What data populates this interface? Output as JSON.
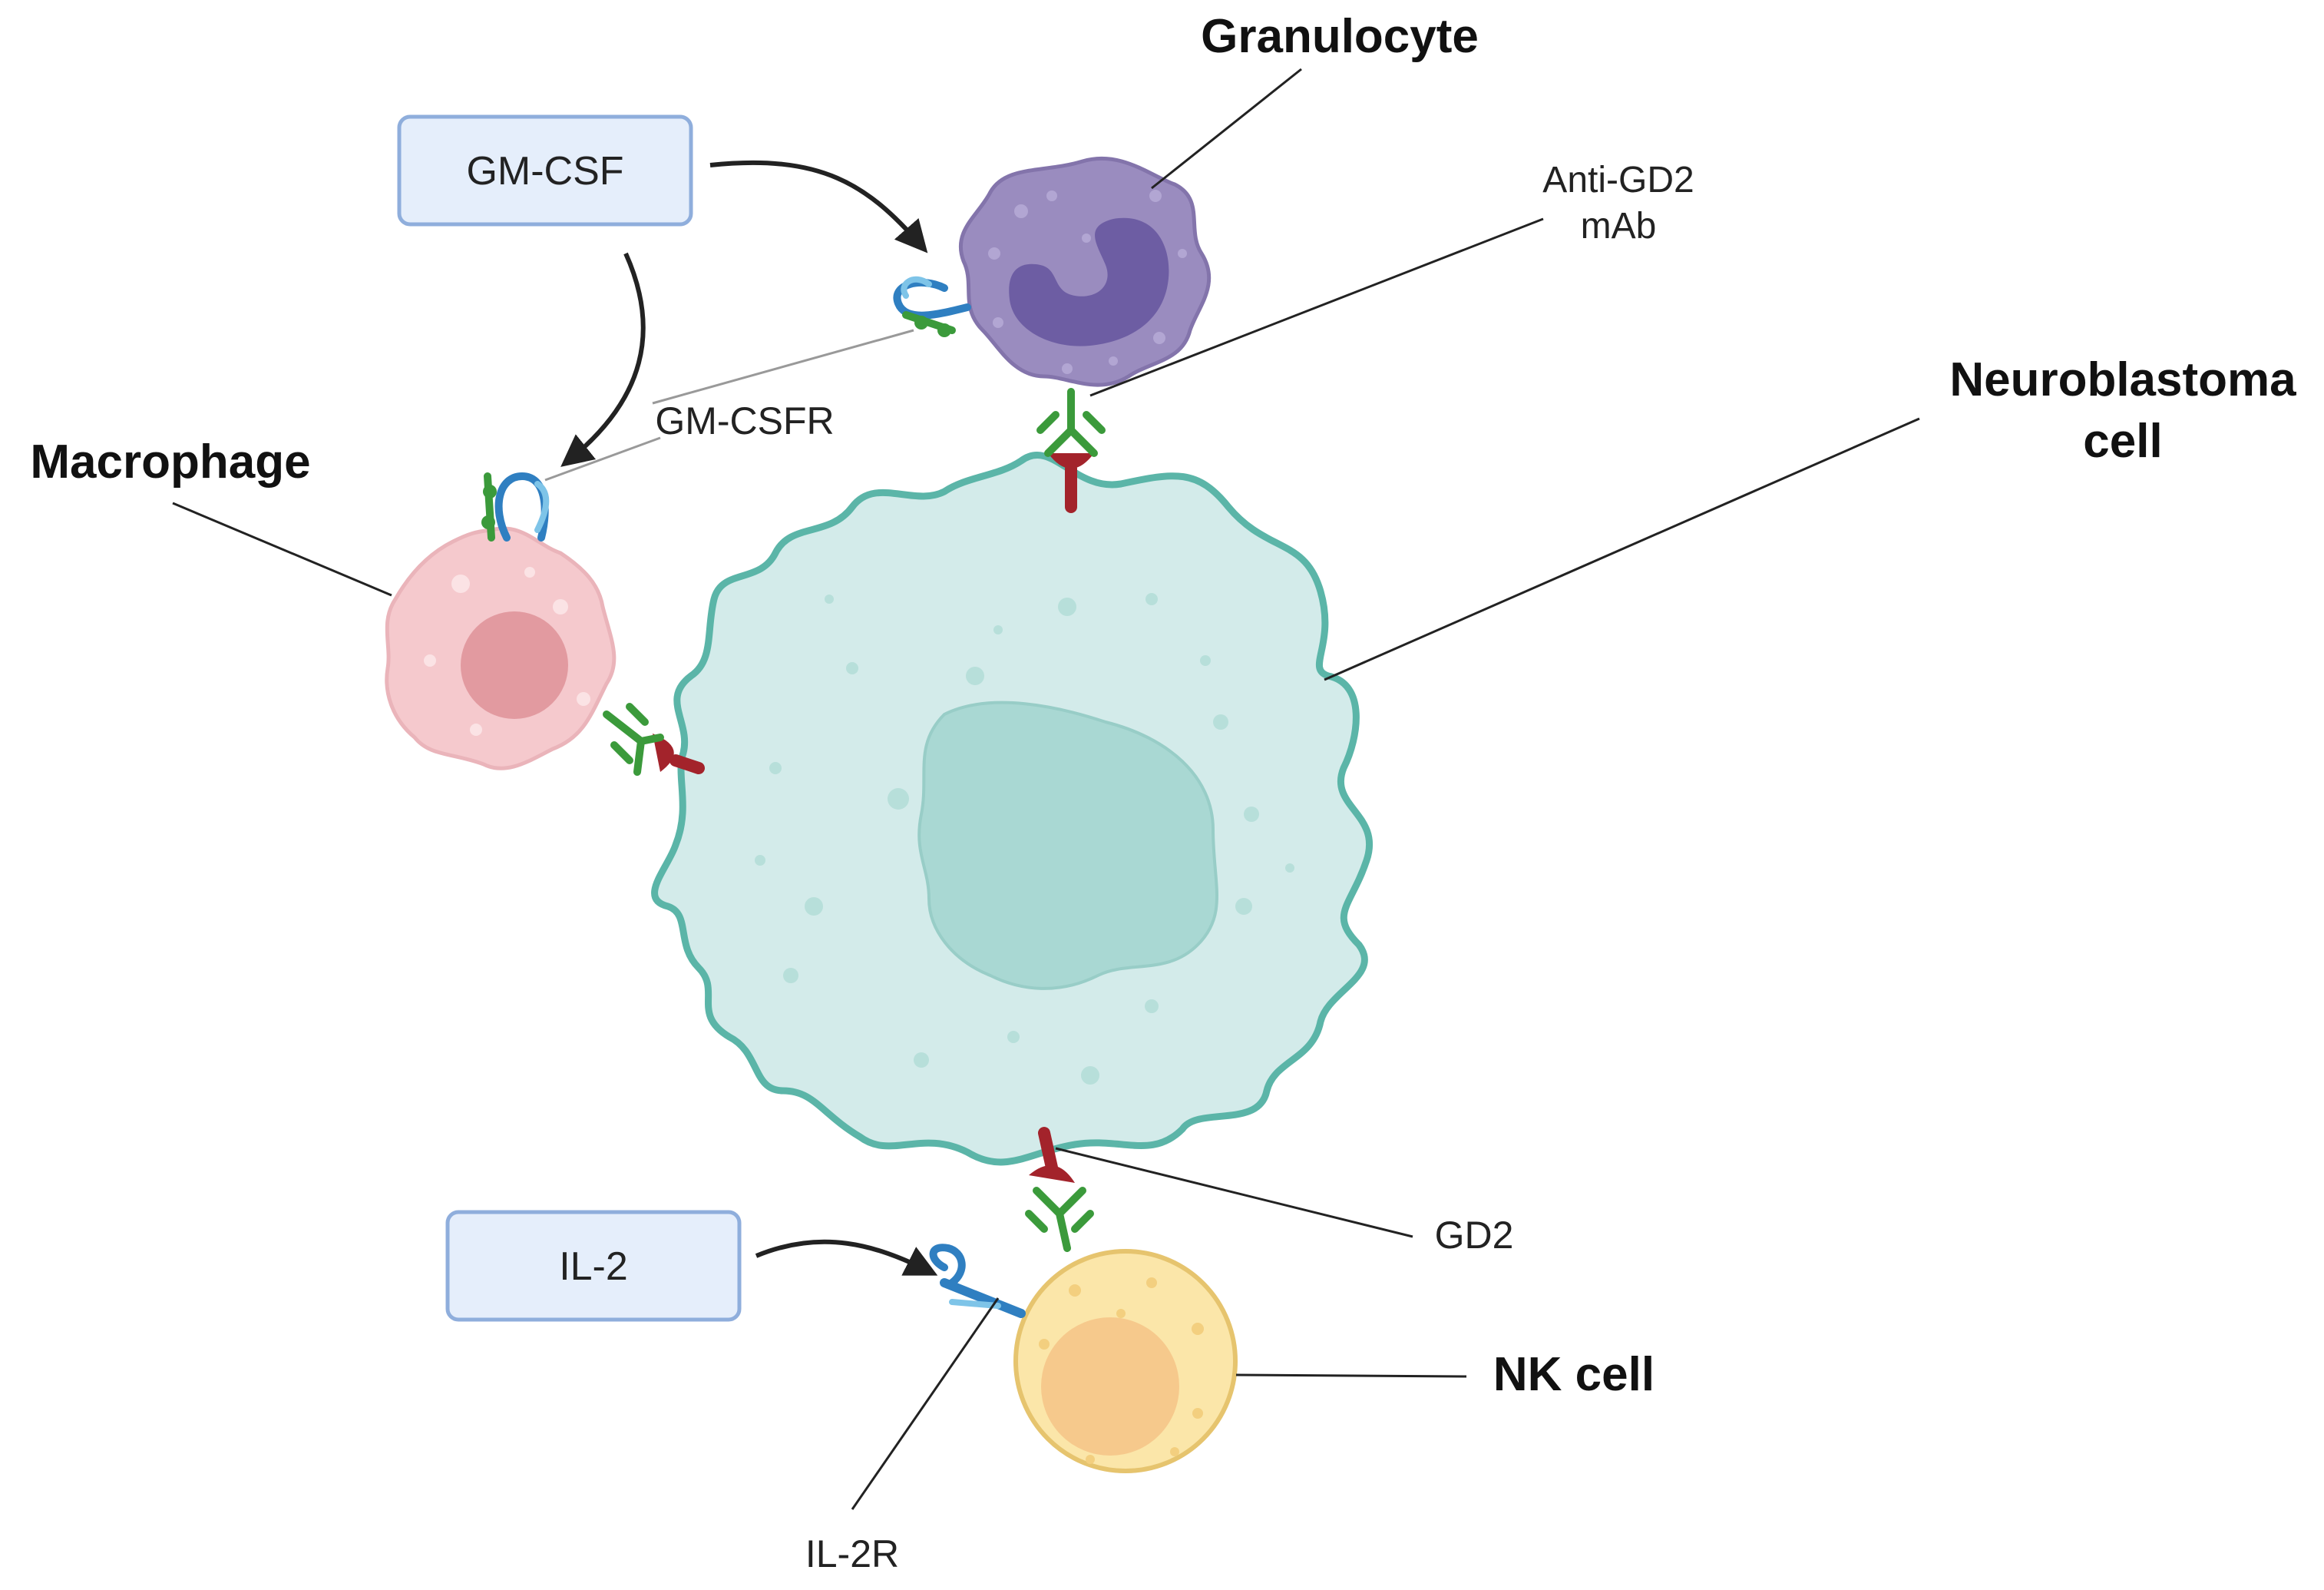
{
  "labels": {
    "granulocyte": "Granulocyte",
    "anti_gd2": [
      "Anti-GD2",
      "mAb"
    ],
    "neuroblastoma": [
      "Neuroblastoma",
      "cell"
    ],
    "macrophage": "Macrophage",
    "gm_csfr": "GM-CSFR",
    "gd2": "GD2",
    "nk_cell": "NK cell",
    "il_2r": "IL-2R"
  },
  "cytokines": {
    "gm_csf": "GM-CSF",
    "il_2": "IL-2"
  },
  "colors": {
    "neuroblastoma_fill": "#d3ebea",
    "neuroblastoma_stroke": "#5bb5a8",
    "nucleus": "#a9d8d3",
    "granulocyte": "#9a8cbf",
    "granulocyte_nucleus": "#6d5da3",
    "macrophage": "#f5c9cd",
    "macrophage_nucleus": "#e29aa0",
    "nk_cell": "#fbe6a9",
    "nk_nucleus": "#f6c98c",
    "antibody": "#3b9a3b",
    "gd2": "#a3232b",
    "receptor": "#2f7fc1",
    "cytokine_box": "#e5eefb",
    "cytokine_border": "#8faedc"
  }
}
